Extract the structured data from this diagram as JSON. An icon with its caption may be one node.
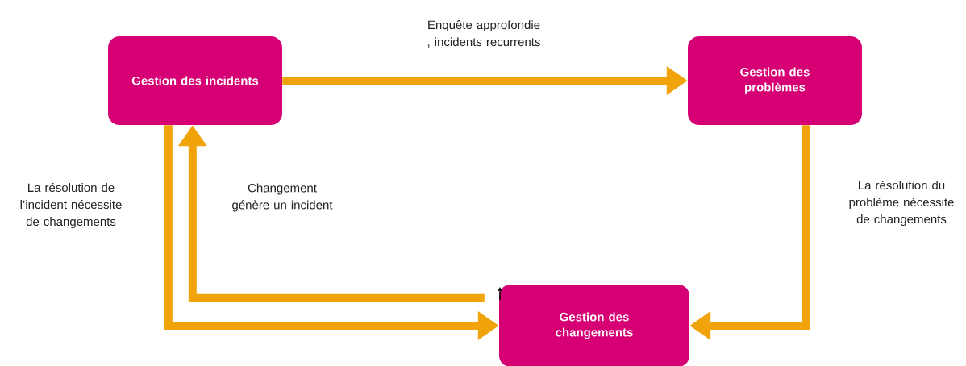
{
  "diagram": {
    "nodes": [
      {
        "text": [
          "Gestion des incidents"
        ]
      },
      {
        "text": [
          "Gestion des problèmes"
        ]
      },
      {
        "text": [
          "Gestion des changements"
        ]
      }
    ],
    "edges": [
      {
        "from": 0,
        "to": 1,
        "arrow": "to",
        "label": "Enquête approfondie , incidents recurrents"
      },
      {
        "from": 0,
        "to": 2,
        "arrow": "to",
        "label": "La résolution de l’incident nécessite de changements"
      },
      {
        "from": 2,
        "to": 0,
        "arrow": "to",
        "label": "Changement génère un incident"
      },
      {
        "from": 1,
        "to": 2,
        "arrow": "to",
        "label": "La résolution du problème nécessite de changements"
      }
    ]
  }
}
